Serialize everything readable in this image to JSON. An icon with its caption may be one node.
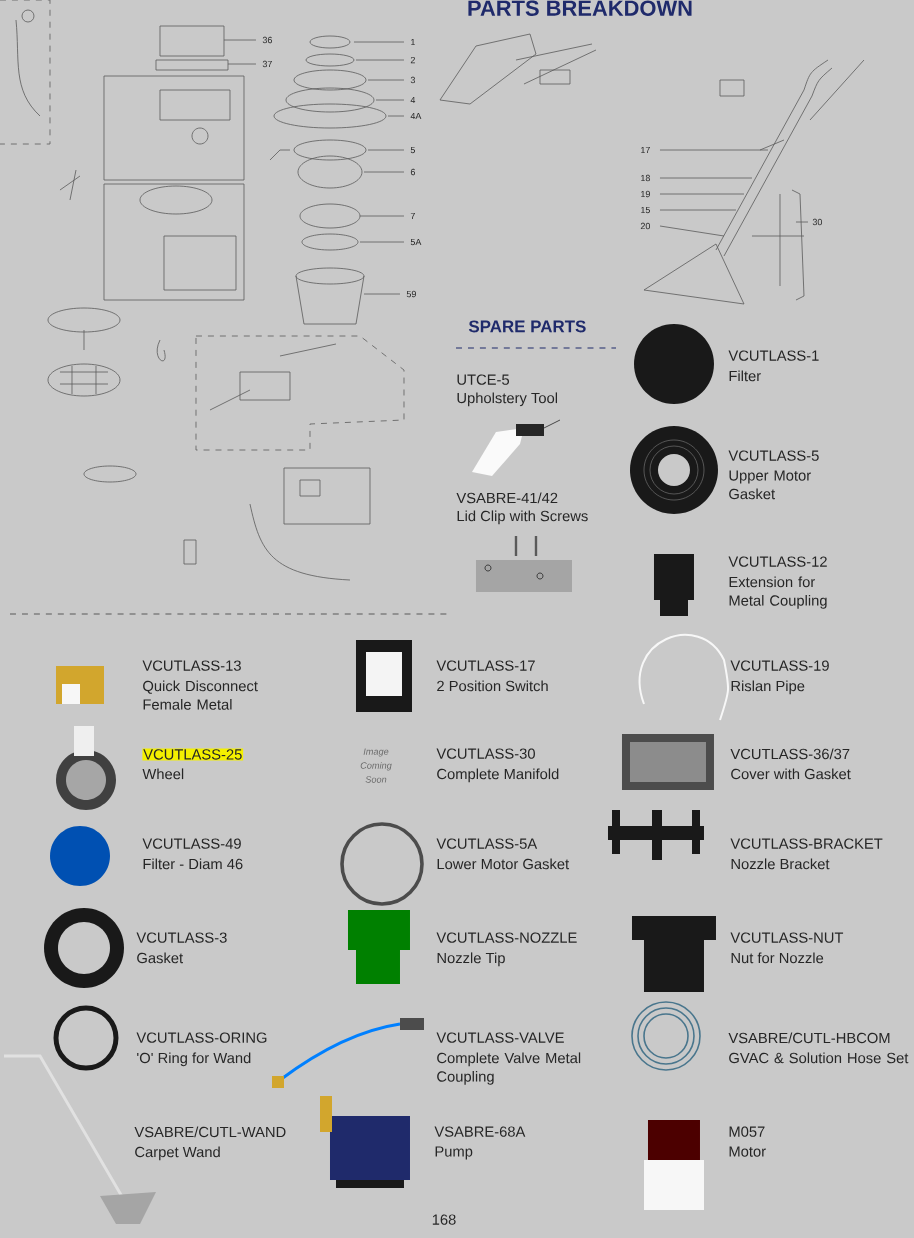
{
  "diagram": {
    "title": "PARTS BREAKDOWN",
    "labels": [
      "1",
      "2",
      "3",
      "4",
      "4A",
      "5",
      "6",
      "7",
      "5A",
      "59",
      "36",
      "37",
      "17",
      "18",
      "19",
      "15",
      "20",
      "30",
      "SPARE PARTS",
      "UTCE-5",
      "Upholstery Tool",
      "VCUTLASS-1",
      "Filter",
      "VSABRE-41/42",
      "Lid Clip with Screws",
      "VCUTLASS-5",
      "Upper Motor Gasket",
      "VCUTLASS-12",
      "Extension for Metal Coupling",
      "VCUTLASS-13",
      "Quick Disconnect Female Metal",
      "VCUTLASS-17",
      "2 Position Switch",
      "VCUTLASS-19",
      "Rislan Pipe",
      "VCUTLASS-25",
      "Wheel",
      "Image Coming Soon",
      "VCUTLASS-30",
      "Complete Manifold",
      "VCUTLASS-36/37",
      "Cover with Gasket",
      "VCUTLASS-49",
      "Filter - Diam 46",
      "VCUTLASS-5A",
      "Lower Motor Gasket",
      "VCUTLASS-BRACKET",
      "Nozzle Bracket",
      "VCUTLASS-3",
      "Gasket",
      "VCUTLASS-NOZZLE",
      "Nozzle Tip",
      "VCUTLASS-NUT",
      "Nut for Nozzle",
      "VCUTLASS-ORING",
      "'O' Ring for Wand",
      "VCUTLASS-VALVE",
      "Complete Valve Metal Coupling",
      "VSABRE/CUTL-HBCOM",
      "GVAC & Solution Hose Set",
      "VSABRE/CUTL-WAND",
      "Carpet Wand",
      "VSABRE-68A",
      "Pump",
      "M057",
      "Motor",
      "168"
    ]
  }
}
